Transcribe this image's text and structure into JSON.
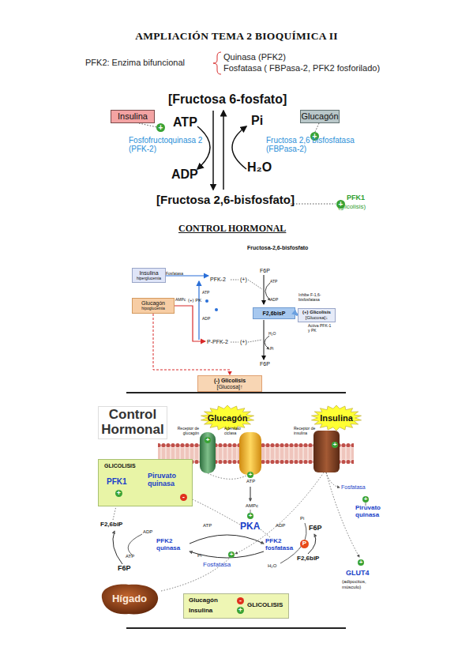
{
  "diagram": {
    "title": "AMPLIACIÓN TEMA 2 BIOQUÍMICA II",
    "nodes": [
      {
        "text": [
          "Insulina"
        ]
      },
      {
        "text": [
          "Glucagón"
        ]
      },
      {
        "text": [
          "Insulina",
          "hiperglucemia"
        ]
      },
      {
        "text": [
          "Glucagón",
          "hipoglucemia"
        ]
      },
      {
        "text": [
          "F2,6bisP"
        ]
      },
      {
        "text": [
          "(+) Glicolisis",
          "[Glucosa]↓"
        ]
      },
      {
        "text": [
          "(-) Glicolisis",
          "[Glucosa]↑"
        ]
      },
      {
        "text": [
          "Control Hormonal"
        ]
      },
      {
        "text": [
          "Glucagón"
        ]
      },
      {
        "text": [
          "Insulina"
        ]
      },
      {
        "text": [
          "GLICOLISIS",
          "PFK1",
          "Piruvato quinasa"
        ]
      },
      {
        "text": [
          "Hígado"
        ]
      },
      {
        "text": [
          "Glucagón",
          "Insulina",
          "GLICOLISIS"
        ]
      }
    ],
    "edges": [
      {
        "from": 4,
        "to": 5,
        "arrow": "to"
      },
      {
        "from": 3,
        "to": 6,
        "arrow": "to"
      }
    ],
    "labels": [
      "PFK2: Enzima bifuncional",
      "Quinasa (PFK2)",
      "Fosfatasa ( FBPasa-2, PFK2 fosforilado)",
      "[Fructosa 6-fosfato]",
      "+",
      "+",
      "ATP",
      "ADP",
      "Pi",
      "H₂O",
      "Fosfofructoquinasa 2 (PFK-2)",
      "Fructosa 2,6 bisfosfatasa (FBPasa-2)",
      "[Fructosa 2,6-bisfosfato]",
      "+",
      "PFK1",
      "(glicolisis)",
      "CONTROL HORMONAL",
      "Fructosa-2,6-bisfosfato",
      "Fosfatasa",
      "AMPc",
      "(+) PK",
      "ATP",
      "ADP",
      "PFK-2",
      "(+)",
      "F6P",
      "ATP",
      "ADP",
      "Inhibe F-1,6-bisfosfatasa",
      "Activa PFK-1 y PK",
      "P-PFK-2",
      "(+)",
      "H₂O",
      "Pi",
      "F6P",
      "Receptor de glucagón",
      "Adenilato ciclasa",
      "Receptor de insulina",
      "+",
      "+",
      "+",
      "ATP",
      "AMPc",
      "+",
      "PKA",
      "ATP",
      "ADP",
      "+",
      "-",
      "F2,6biP",
      "ADP",
      "PFK2 quinasa",
      "PFK2 fosfatasa",
      "P",
      "Pi",
      "F6P",
      "ATP",
      "F6P",
      "Pi",
      "Fosfatasa",
      "+",
      "H₂O",
      "F2,6biP",
      "Fosfatasa",
      "+",
      "Piruvato quinasa",
      "+",
      "GLUT4",
      "(adipocitos, músculo)",
      "-",
      "+"
    ]
  }
}
